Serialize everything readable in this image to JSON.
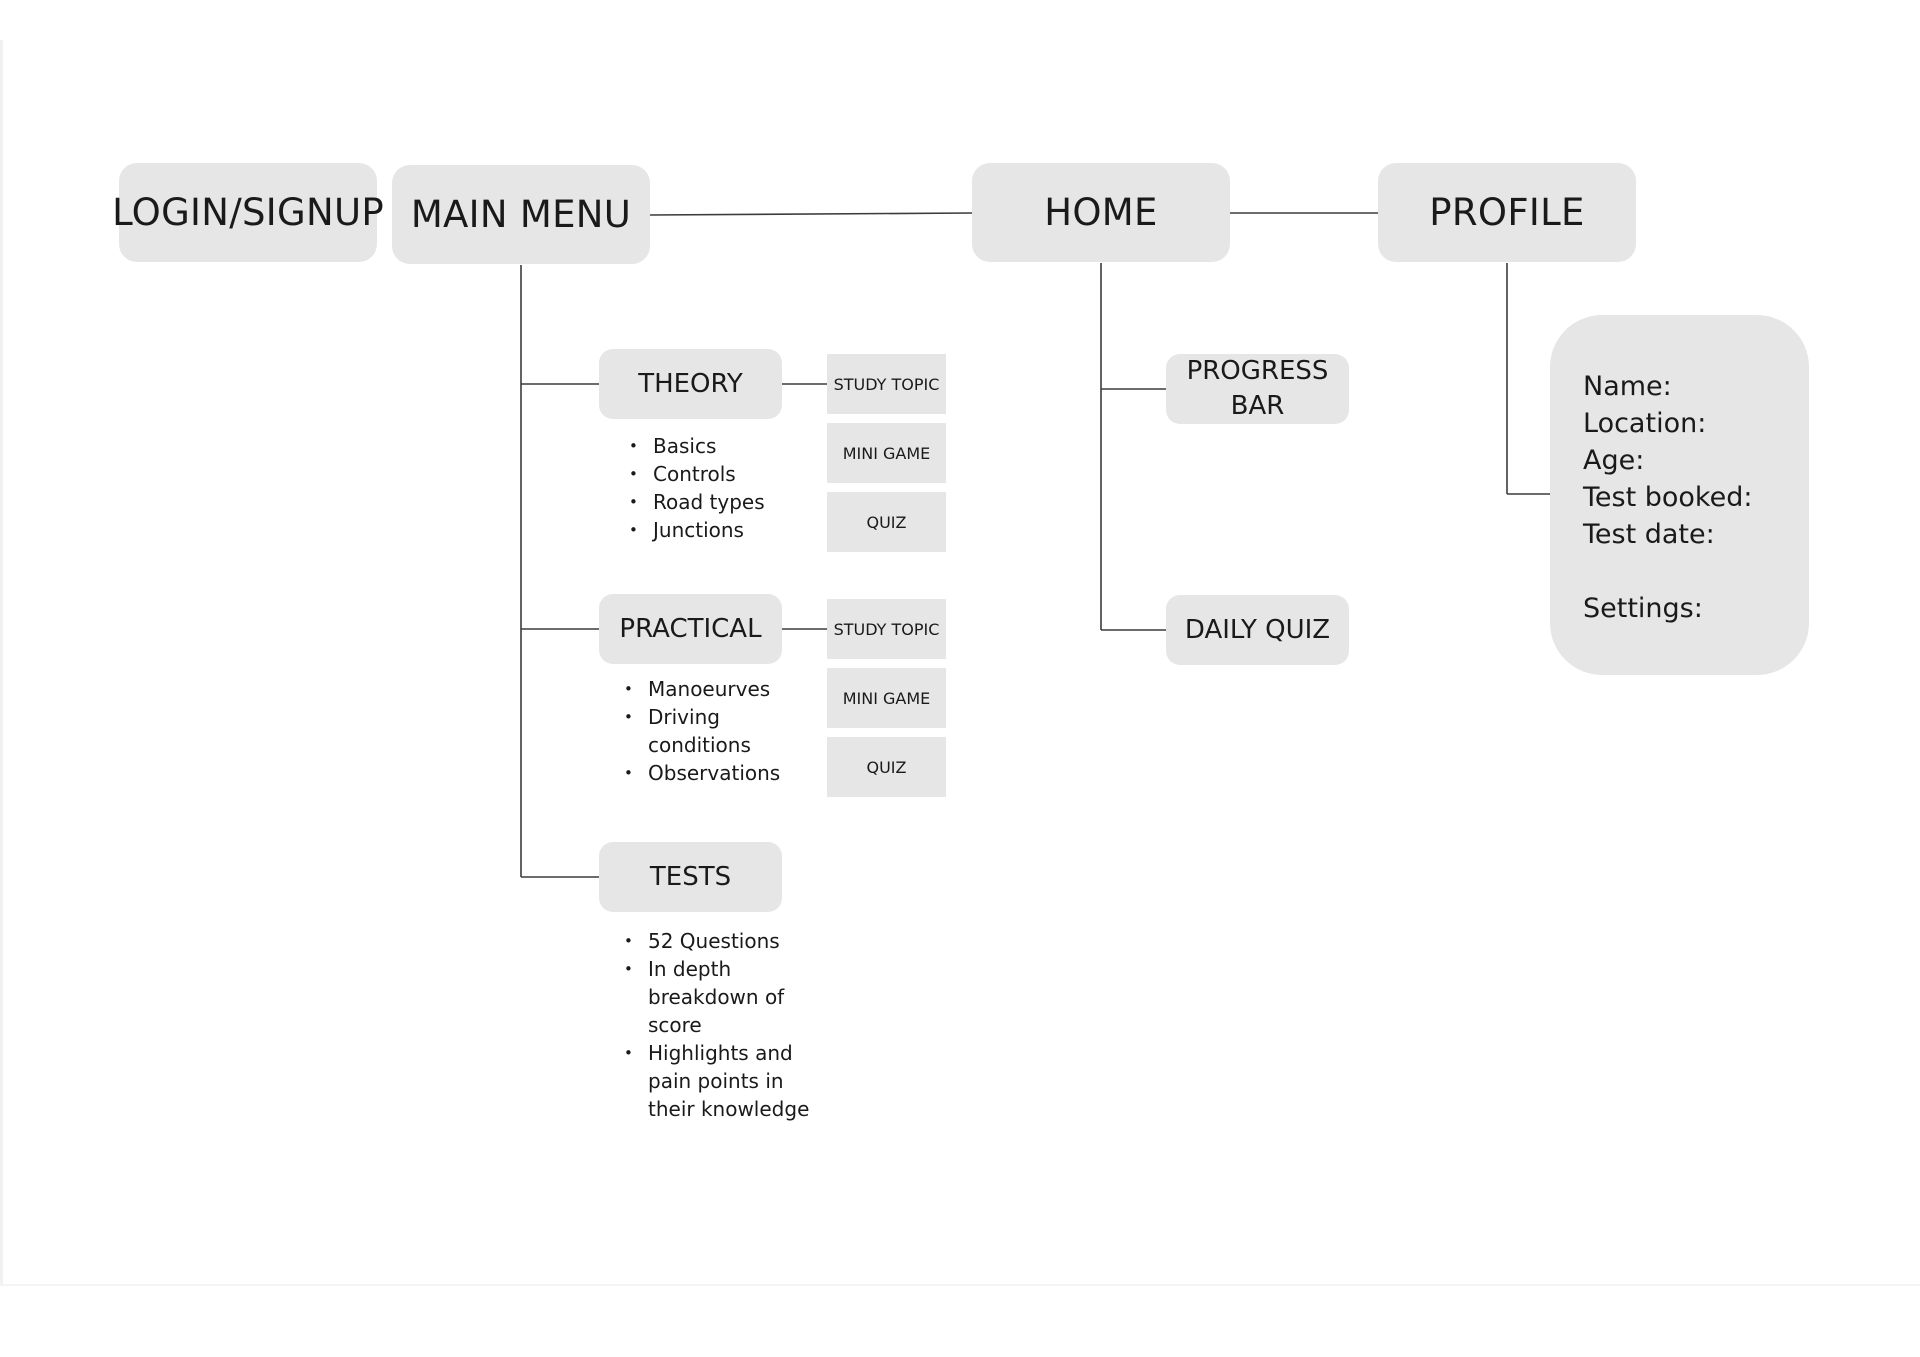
{
  "nodes": {
    "login": "LOGIN/SIGNUP",
    "main_menu": "MAIN MENU",
    "home": "HOME",
    "profile": "PROFILE",
    "theory": "THEORY",
    "practical": "PRACTICAL",
    "tests": "TESTS",
    "progress_bar": "PROGRESS BAR",
    "daily_quiz": "DAILY QUIZ"
  },
  "theory": {
    "actions": [
      "STUDY TOPIC",
      "MINI GAME",
      "QUIZ"
    ],
    "bullets": [
      "Basics",
      "Controls",
      "Road types",
      "Junctions"
    ]
  },
  "practical": {
    "actions": [
      "STUDY TOPIC",
      "MINI GAME",
      "QUIZ"
    ],
    "bullets": [
      "Manoeurves",
      "Driving conditions",
      "Observations"
    ]
  },
  "tests": {
    "bullets": [
      "52 Questions",
      "In depth breakdown of score",
      "Highlights and pain points in their knowledge"
    ]
  },
  "profile_card": {
    "fields": [
      "Name:",
      "Location:",
      "Age:",
      "Test booked:",
      "Test date:"
    ],
    "settings": "Settings:"
  },
  "colors": {
    "node_fill": "#e6e6e6",
    "connector": "#3c3c3c",
    "text": "#1a1a1a",
    "background": "#ffffff"
  }
}
